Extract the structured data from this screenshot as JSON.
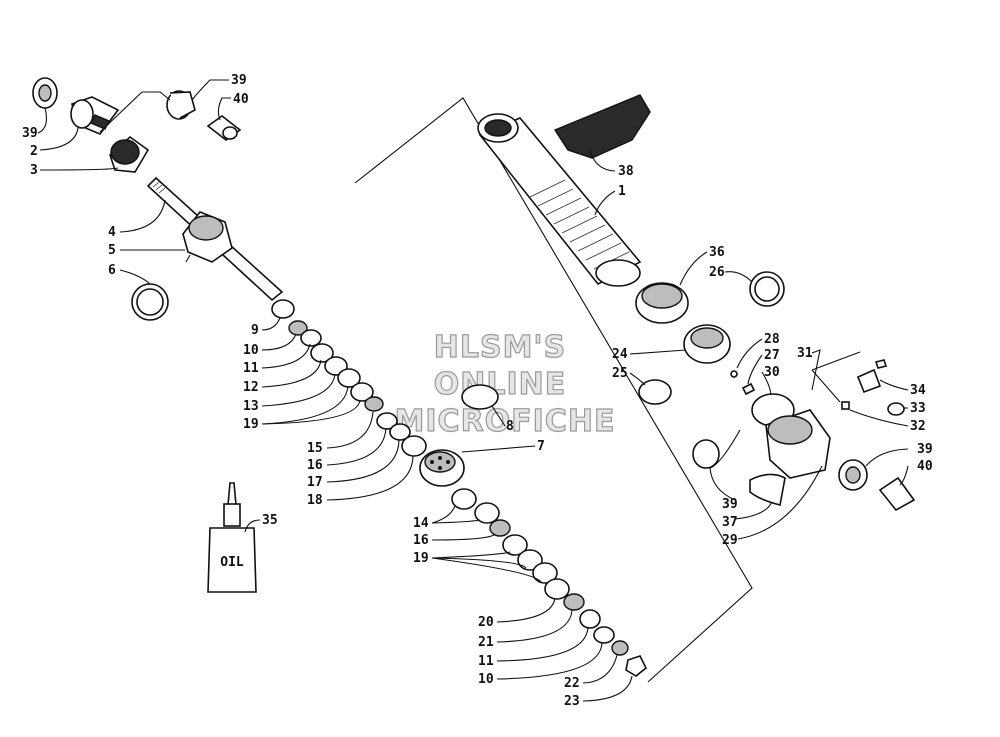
{
  "watermark": [
    "HLSM'S",
    "ONLINE",
    "MICROFICHE"
  ],
  "oil_bottle_label": "OIL",
  "callouts": {
    "c39a": "39",
    "c2": "2",
    "c3": "3",
    "c39b": "39",
    "c40a": "40",
    "c4": "4",
    "c5": "5",
    "c6": "6",
    "c9": "9",
    "c10a": "10",
    "c11a": "11",
    "c12": "12",
    "c13": "13",
    "c19a": "19",
    "c15": "15",
    "c16a": "16",
    "c17": "17",
    "c18": "18",
    "c35": "35",
    "c8": "8",
    "c7": "7",
    "c14": "14",
    "c16b": "16",
    "c19b": "19",
    "c20": "20",
    "c21": "21",
    "c11b": "11",
    "c10b": "10",
    "c22": "22",
    "c23": "23",
    "c38": "38",
    "c1": "1",
    "c36": "36",
    "c26": "26",
    "c28": "28",
    "c27": "27",
    "c30": "30",
    "c24": "24",
    "c25": "25",
    "c31": "31",
    "c34": "34",
    "c33": "33",
    "c32": "32",
    "c39c": "39",
    "c40b": "40",
    "c39d": "39",
    "c37": "37",
    "c29": "29"
  }
}
